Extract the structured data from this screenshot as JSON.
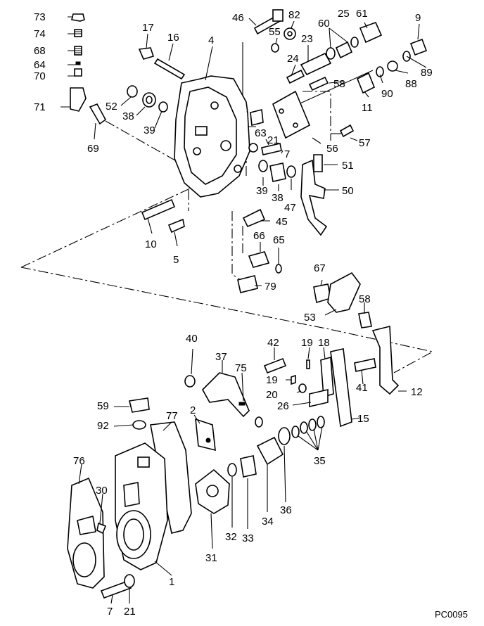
{
  "figure_code": "PC0095",
  "callouts": [
    {
      "id": "c73",
      "label": "73"
    },
    {
      "id": "c74",
      "label": "74"
    },
    {
      "id": "c68",
      "label": "68"
    },
    {
      "id": "c64",
      "label": "64"
    },
    {
      "id": "c70",
      "label": "70"
    },
    {
      "id": "c71",
      "label": "71"
    },
    {
      "id": "c69",
      "label": "69"
    },
    {
      "id": "c17",
      "label": "17"
    },
    {
      "id": "c16",
      "label": "16"
    },
    {
      "id": "c4",
      "label": "4"
    },
    {
      "id": "c52",
      "label": "52"
    },
    {
      "id": "c38a",
      "label": "38"
    },
    {
      "id": "c39a",
      "label": "39"
    },
    {
      "id": "c46",
      "label": "46"
    },
    {
      "id": "c82",
      "label": "82"
    },
    {
      "id": "c55",
      "label": "55"
    },
    {
      "id": "c23",
      "label": "23"
    },
    {
      "id": "c24",
      "label": "24"
    },
    {
      "id": "c60",
      "label": "60"
    },
    {
      "id": "c25",
      "label": "25"
    },
    {
      "id": "c61",
      "label": "61"
    },
    {
      "id": "c9",
      "label": "9"
    },
    {
      "id": "c89",
      "label": "89"
    },
    {
      "id": "c88",
      "label": "88"
    },
    {
      "id": "c90",
      "label": "90"
    },
    {
      "id": "c11",
      "label": "11"
    },
    {
      "id": "c58a",
      "label": "58"
    },
    {
      "id": "c63",
      "label": "63"
    },
    {
      "id": "c21a",
      "label": "21"
    },
    {
      "id": "c7a",
      "label": "7"
    },
    {
      "id": "c56",
      "label": "56"
    },
    {
      "id": "c57",
      "label": "57"
    },
    {
      "id": "c51",
      "label": "51"
    },
    {
      "id": "c50",
      "label": "50"
    },
    {
      "id": "c39b",
      "label": "39"
    },
    {
      "id": "c38b",
      "label": "38"
    },
    {
      "id": "c47",
      "label": "47"
    },
    {
      "id": "c45",
      "label": "45"
    },
    {
      "id": "c10",
      "label": "10"
    },
    {
      "id": "c5",
      "label": "5"
    },
    {
      "id": "c66",
      "label": "66"
    },
    {
      "id": "c65",
      "label": "65"
    },
    {
      "id": "c79",
      "label": "79"
    },
    {
      "id": "c67",
      "label": "67"
    },
    {
      "id": "c53",
      "label": "53"
    },
    {
      "id": "c58b",
      "label": "58"
    },
    {
      "id": "c40",
      "label": "40"
    },
    {
      "id": "c42",
      "label": "42"
    },
    {
      "id": "c19a",
      "label": "19"
    },
    {
      "id": "c18",
      "label": "18"
    },
    {
      "id": "c37",
      "label": "37"
    },
    {
      "id": "c75",
      "label": "75"
    },
    {
      "id": "c19b",
      "label": "19"
    },
    {
      "id": "c20",
      "label": "20"
    },
    {
      "id": "c26",
      "label": "26"
    },
    {
      "id": "c41",
      "label": "41"
    },
    {
      "id": "c12",
      "label": "12"
    },
    {
      "id": "c15",
      "label": "15"
    },
    {
      "id": "c59",
      "label": "59"
    },
    {
      "id": "c92",
      "label": "92"
    },
    {
      "id": "c77",
      "label": "77"
    },
    {
      "id": "c2",
      "label": "2"
    },
    {
      "id": "c76",
      "label": "76"
    },
    {
      "id": "c30",
      "label": "30"
    },
    {
      "id": "c35",
      "label": "35"
    },
    {
      "id": "c31",
      "label": "31"
    },
    {
      "id": "c32",
      "label": "32"
    },
    {
      "id": "c33",
      "label": "33"
    },
    {
      "id": "c34",
      "label": "34"
    },
    {
      "id": "c36",
      "label": "36"
    },
    {
      "id": "c1",
      "label": "1"
    },
    {
      "id": "c7b",
      "label": "7"
    },
    {
      "id": "c21b",
      "label": "21"
    }
  ]
}
